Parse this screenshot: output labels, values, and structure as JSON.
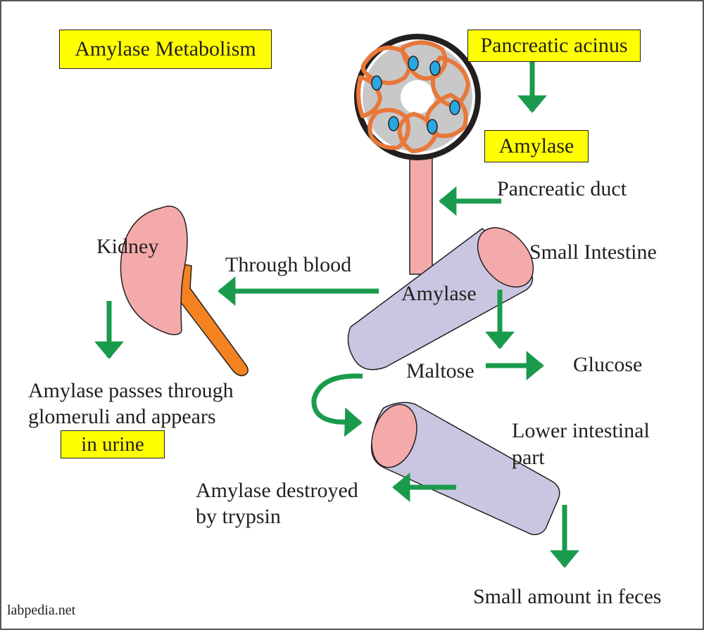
{
  "title": "Amylase Metabolism",
  "labels": {
    "pancreatic_acinus": "Pancreatic acinus",
    "amylase_box": "Amylase",
    "pancreatic_duct": "Pancreatic duct",
    "small_intestine": "Small Intestine",
    "amylase_in_intestine": "Amylase",
    "kidney": "Kidney",
    "through_blood": "Through blood",
    "maltose": "Maltose",
    "glucose": "Glucose",
    "urine_line1": "Amylase passes through",
    "urine_line2": "glomeruli and appears",
    "urine_line3": "in urine",
    "lower_intestine_line1": "Lower intestinal",
    "lower_intestine_line2": "part",
    "destroyed_line1": "Amylase destroyed",
    "destroyed_line2": "by trypsin",
    "feces": "Small amount in feces",
    "watermark": "labpedia.net"
  },
  "colors": {
    "highlight": "#ffff00",
    "arrow": "#1a9a4c",
    "acinus_ring": "#231f20",
    "acinus_fill": "#c8c8c8",
    "acinus_cells": "#e8783a",
    "nucleus": "#29a8e0",
    "duct": "#f4aaaa",
    "kidney": "#f4aaaa",
    "ureter": "#f58220",
    "intestine": "#c9c6e2",
    "intestine_lumen": "#f4aaaa"
  }
}
